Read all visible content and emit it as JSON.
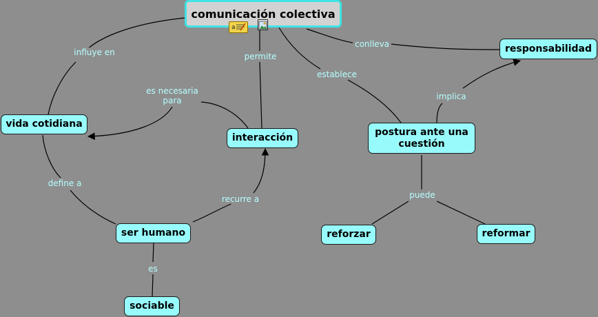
{
  "nodes": {
    "comunicacion": "comunicación colectiva",
    "responsabilidad": "responsabilidad",
    "vida": "vida cotidiana",
    "interaccion": "interacción",
    "postura": "postura ante una cuestión",
    "ser_humano": "ser humano",
    "reforzar": "reforzar",
    "reformar": "reformar",
    "sociable": "sociable"
  },
  "links": {
    "influye_en": "influye en",
    "permite": "permite",
    "conlleva": "conlleva",
    "establece": "establece",
    "es_necesaria_para": "es necesaria\npara",
    "implica": "implica",
    "define_a": "define a",
    "recurre_a": "recurre a",
    "puede": "puede",
    "es": "es"
  },
  "icons": {
    "note": "note-icon",
    "image": "image-icon"
  },
  "colors": {
    "background": "#8e8e8e",
    "node_fill": "#98fbfb",
    "root_fill": "#d2d2d2",
    "root_border": "#3fe4e4",
    "link_label": "#b6ffff"
  }
}
